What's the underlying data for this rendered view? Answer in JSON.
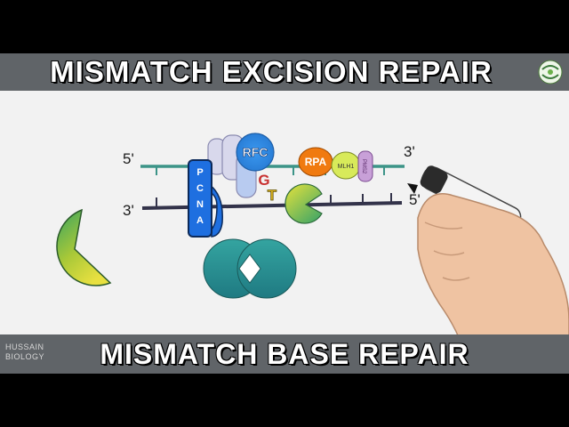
{
  "title": "MISMATCH EXCISION REPAIR",
  "subtitle": "MISMATCH BASE REPAIR",
  "brand": {
    "line1": "HUSSAIN",
    "line2": "BIOLOGY"
  },
  "strands": {
    "top_left": "5'",
    "top_right": "3'",
    "bottom_left": "3'",
    "bottom_right": "5'"
  },
  "bases": {
    "top": "G",
    "bottom": "T"
  },
  "proteins": {
    "pcna": [
      "P",
      "C",
      "N",
      "A"
    ],
    "rfc": "RFC",
    "rpa": "RPA",
    "mlh1": "MLH1",
    "pms2": "PMS2"
  },
  "colors": {
    "banner": "#606468",
    "top_strand": "#3c9488",
    "bottom_strand": "#33334a",
    "pcna": "#1e6fe0",
    "rfc": "#2f8ee8",
    "rpa": "#f07a10",
    "mlh1": "#d8ea5a",
    "pms2": "#c8a0d8",
    "mut_yellow": "#e8e040",
    "mut_green": "#40a860",
    "ring_teal": "#2a9494"
  }
}
